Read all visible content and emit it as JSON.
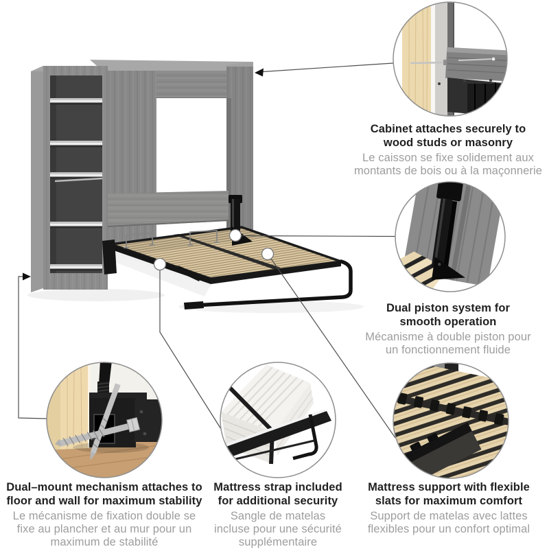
{
  "illustration": {
    "subject": "wall-bed-with-shelving-unit-feature-diagram",
    "colors": {
      "cabinet_gray": "#8C8C8C",
      "shelf_interior": "#434343",
      "slat_tan": "#D9C7A3",
      "frame_black": "#1A1A1A",
      "stud_pine": "#ECD9AE",
      "floor_wood": "#C79F72",
      "mattress_white": "#F4F3F0",
      "text_dark": "#1F1F1F",
      "text_gray": "#9D9D9D",
      "leader_line": "#4D4D4D",
      "circle_border": "#8F8F8F",
      "background": "#FFFFFF"
    }
  },
  "callouts": [
    {
      "id": "cabinet-attachment",
      "en": [
        "Cabinet attaches securely to",
        "wood studs or masonry"
      ],
      "fr": [
        "Le caisson se fixe solidement aux",
        "montants de bois ou à la maçonnerie"
      ]
    },
    {
      "id": "dual-piston",
      "en": [
        "Dual piston system for",
        "smooth operation"
      ],
      "fr": [
        "Mécanisme à double piston pour",
        "un fonctionnement fluide"
      ]
    },
    {
      "id": "floor-mount",
      "en": [
        "Dual–mount mechanism attaches to",
        "floor and wall for maximum stability"
      ],
      "fr": [
        "Le mécanisme de fixation double se",
        "fixe au plancher et au mur pour un",
        "maximum de stabilité"
      ]
    },
    {
      "id": "mattress-strap",
      "en": [
        "Mattress strap included",
        "for additional security"
      ],
      "fr": [
        "Sangle de matelas",
        "incluse pour une sécurité",
        "supplémentaire"
      ]
    },
    {
      "id": "slat-support",
      "en": [
        "Mattress support with flexible",
        "slats for maximum comfort"
      ],
      "fr": [
        "Support de matelas avec lattes",
        "flexibles pour un confort optimal"
      ]
    }
  ]
}
